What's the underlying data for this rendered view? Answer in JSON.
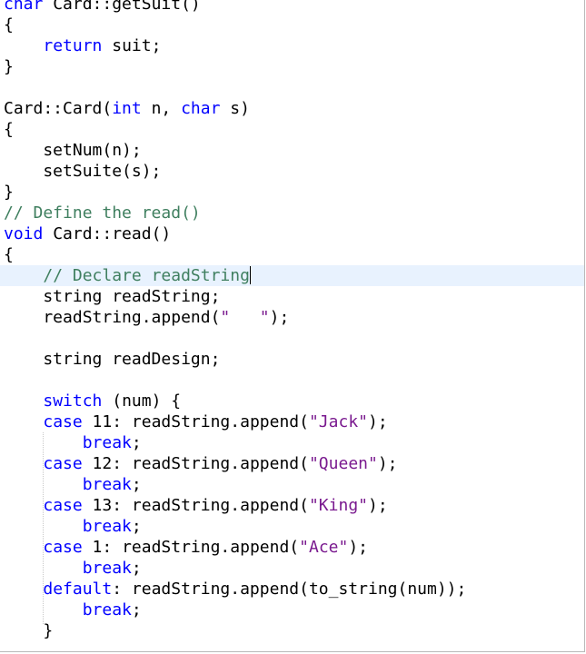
{
  "editor": {
    "language": "C++",
    "cursor_line": 13,
    "lines": [
      {
        "text": "char Card::getSuit()",
        "tokens": [
          [
            "char",
            "keyword"
          ],
          [
            " Card::getSuit()",
            "plain"
          ]
        ]
      },
      {
        "text": "{",
        "tokens": [
          [
            "{",
            "plain"
          ]
        ]
      },
      {
        "text": "    return suit;",
        "tokens": [
          [
            "    ",
            "plain"
          ],
          [
            "return",
            "keyword"
          ],
          [
            " suit;",
            "plain"
          ]
        ]
      },
      {
        "text": "}",
        "tokens": [
          [
            "}",
            "plain"
          ]
        ]
      },
      {
        "text": "",
        "tokens": []
      },
      {
        "text": "Card::Card(int n, char s)",
        "tokens": [
          [
            "Card::Card(",
            "plain"
          ],
          [
            "int",
            "keyword"
          ],
          [
            " n, ",
            "plain"
          ],
          [
            "char",
            "keyword"
          ],
          [
            " s)",
            "plain"
          ]
        ]
      },
      {
        "text": "{",
        "tokens": [
          [
            "{",
            "plain"
          ]
        ]
      },
      {
        "text": "    setNum(n);",
        "tokens": [
          [
            "    setNum(n);",
            "plain"
          ]
        ]
      },
      {
        "text": "    setSuite(s);",
        "tokens": [
          [
            "    setSuite(s);",
            "plain"
          ]
        ]
      },
      {
        "text": "}",
        "tokens": [
          [
            "}",
            "plain"
          ]
        ]
      },
      {
        "text": "// Define the read()",
        "tokens": [
          [
            "// Define the read()",
            "comment"
          ]
        ]
      },
      {
        "text": "void Card::read()",
        "tokens": [
          [
            "void",
            "keyword"
          ],
          [
            " Card::read()",
            "plain"
          ]
        ]
      },
      {
        "text": "{",
        "tokens": [
          [
            "{",
            "plain"
          ]
        ]
      },
      {
        "text": "    // Declare readString",
        "tokens": [
          [
            "    ",
            "plain"
          ],
          [
            "// Declare readString",
            "comment"
          ]
        ]
      },
      {
        "text": "    string readString;",
        "tokens": [
          [
            "    string readString;",
            "plain"
          ]
        ]
      },
      {
        "text": "    readString.append(\"   \");",
        "tokens": [
          [
            "    readString.append(",
            "plain"
          ],
          [
            "\"   \"",
            "string"
          ],
          [
            ");",
            "plain"
          ]
        ]
      },
      {
        "text": "",
        "tokens": []
      },
      {
        "text": "    string readDesign;",
        "tokens": [
          [
            "    string readDesign;",
            "plain"
          ]
        ]
      },
      {
        "text": "",
        "tokens": []
      },
      {
        "text": "    switch (num) {",
        "tokens": [
          [
            "    ",
            "plain"
          ],
          [
            "switch",
            "keyword"
          ],
          [
            " (num) {",
            "plain"
          ]
        ]
      },
      {
        "text": "    case 11: readString.append(\"Jack\");",
        "tokens": [
          [
            "    ",
            "plain"
          ],
          [
            "case",
            "keyword"
          ],
          [
            " 11: readString.append(",
            "plain"
          ],
          [
            "\"Jack\"",
            "string"
          ],
          [
            ");",
            "plain"
          ]
        ]
      },
      {
        "text": "        break;",
        "tokens": [
          [
            "        ",
            "plain"
          ],
          [
            "break",
            "keyword"
          ],
          [
            ";",
            "plain"
          ]
        ]
      },
      {
        "text": "    case 12: readString.append(\"Queen\");",
        "tokens": [
          [
            "    ",
            "plain"
          ],
          [
            "case",
            "keyword"
          ],
          [
            " 12: readString.append(",
            "plain"
          ],
          [
            "\"Queen\"",
            "string"
          ],
          [
            ");",
            "plain"
          ]
        ]
      },
      {
        "text": "        break;",
        "tokens": [
          [
            "        ",
            "plain"
          ],
          [
            "break",
            "keyword"
          ],
          [
            ";",
            "plain"
          ]
        ]
      },
      {
        "text": "    case 13: readString.append(\"King\");",
        "tokens": [
          [
            "    ",
            "plain"
          ],
          [
            "case",
            "keyword"
          ],
          [
            " 13: readString.append(",
            "plain"
          ],
          [
            "\"King\"",
            "string"
          ],
          [
            ");",
            "plain"
          ]
        ]
      },
      {
        "text": "        break;",
        "tokens": [
          [
            "        ",
            "plain"
          ],
          [
            "break",
            "keyword"
          ],
          [
            ";",
            "plain"
          ]
        ]
      },
      {
        "text": "    case 1: readString.append(\"Ace\");",
        "tokens": [
          [
            "    ",
            "plain"
          ],
          [
            "case",
            "keyword"
          ],
          [
            " 1: readString.append(",
            "plain"
          ],
          [
            "\"Ace\"",
            "string"
          ],
          [
            ");",
            "plain"
          ]
        ]
      },
      {
        "text": "        break;",
        "tokens": [
          [
            "        ",
            "plain"
          ],
          [
            "break",
            "keyword"
          ],
          [
            ";",
            "plain"
          ]
        ]
      },
      {
        "text": "    default: readString.append(to_string(num));",
        "tokens": [
          [
            "    ",
            "plain"
          ],
          [
            "default",
            "keyword"
          ],
          [
            ": readString.append(to_string(num));",
            "plain"
          ]
        ]
      },
      {
        "text": "        break;",
        "tokens": [
          [
            "        ",
            "plain"
          ],
          [
            "break",
            "keyword"
          ],
          [
            ";",
            "plain"
          ]
        ]
      },
      {
        "text": "    }",
        "tokens": [
          [
            "    }",
            "plain"
          ]
        ]
      }
    ]
  },
  "colors": {
    "keyword": "#0000ff",
    "comment": "#3f7f5f",
    "string": "#7a1a8f",
    "plain": "#000000",
    "current_line": "#e8f2fe",
    "border": "#b8b8b8"
  }
}
